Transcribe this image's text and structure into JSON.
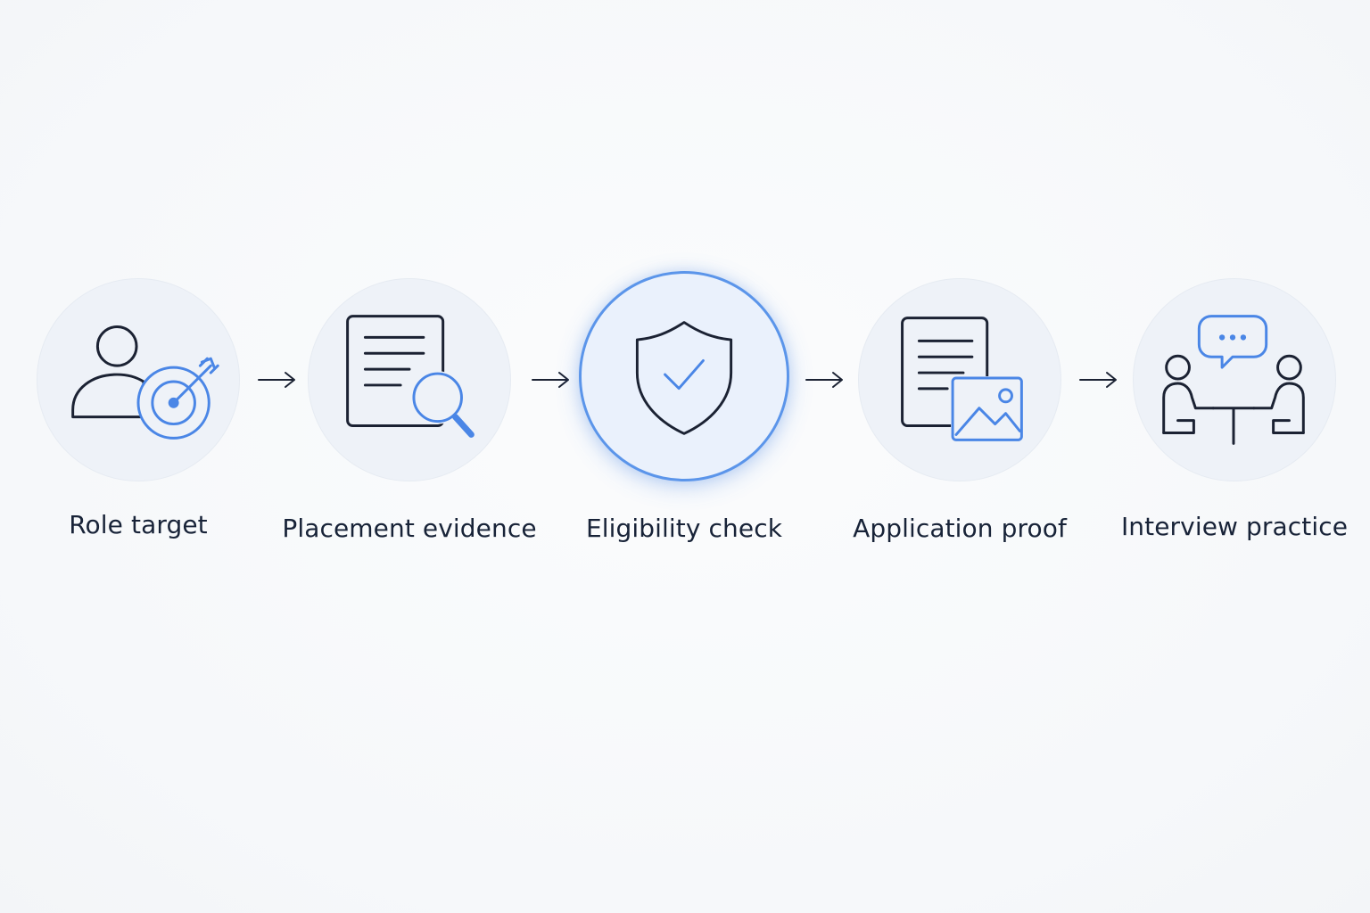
{
  "flow": {
    "steps": [
      {
        "label": "Role target",
        "icon": "person-target-icon",
        "active": false
      },
      {
        "label": "Placement evidence",
        "icon": "document-search-icon",
        "active": false
      },
      {
        "label": "Eligibility check",
        "icon": "shield-check-icon",
        "active": true
      },
      {
        "label": "Application proof",
        "icon": "document-image-icon",
        "active": false
      },
      {
        "label": "Interview practice",
        "icon": "interview-chat-icon",
        "active": false
      }
    ],
    "connector_icon": "arrow-right-icon"
  },
  "colors": {
    "background": "#f7f9fb",
    "ink": "#1b2233",
    "accent": "#4a86e6",
    "circle_fill": "#eef2f8",
    "active_ring": "#5b95ea"
  }
}
